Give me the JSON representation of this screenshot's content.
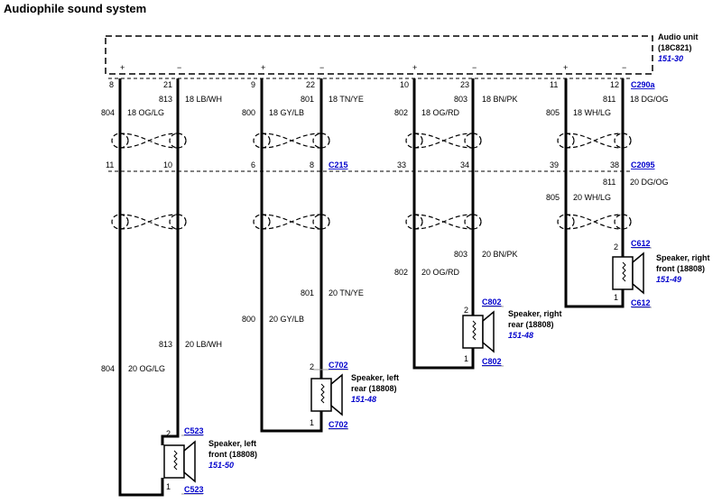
{
  "title": "Audiophile sound system",
  "audio_unit": {
    "line1": "Audio unit",
    "line2": "(18C821)",
    "ref": "151-30",
    "connector": "C290a",
    "pins": [
      "8",
      "21",
      "9",
      "22",
      "10",
      "23",
      "11",
      "12"
    ],
    "polarity": [
      "+",
      "−",
      "+",
      "−",
      "+",
      "−",
      "+",
      "−"
    ]
  },
  "upper_wires": [
    {
      "circuit": "804",
      "spec": "18 OG/LG"
    },
    {
      "circuit": "813",
      "spec": "18 LB/WH"
    },
    {
      "circuit": "800",
      "spec": "18 GY/LB"
    },
    {
      "circuit": "801",
      "spec": "18 TN/YE"
    },
    {
      "circuit": "802",
      "spec": "18 OG/RD"
    },
    {
      "circuit": "803",
      "spec": "18 BN/PK"
    },
    {
      "circuit": "805",
      "spec": "18 WH/LG"
    },
    {
      "circuit": "811",
      "spec": "18 DG/OG"
    }
  ],
  "inline_connectors": {
    "c215": {
      "name": "C215",
      "pins": [
        "11",
        "10",
        "6",
        "8"
      ]
    },
    "c2095": {
      "name": "C2095",
      "pins": [
        "33",
        "34",
        "39",
        "38"
      ]
    }
  },
  "lower_wires": [
    {
      "circuit": "804",
      "spec": "20 OG/LG"
    },
    {
      "circuit": "813",
      "spec": "20 LB/WH"
    },
    {
      "circuit": "800",
      "spec": "20  GY/LB"
    },
    {
      "circuit": "801",
      "spec": "20 TN/YE"
    },
    {
      "circuit": "802",
      "spec": "20 OG/RD"
    },
    {
      "circuit": "803",
      "spec": "20  BN/PK"
    },
    {
      "circuit": "805",
      "spec": "20 WH/LG"
    },
    {
      "circuit": "811",
      "spec": "20 DG/OG"
    }
  ],
  "speakers": [
    {
      "line1": "Speaker, left",
      "line2": "front (18808)",
      "ref": "151-50",
      "connector": "C523",
      "pin_top": "2",
      "pin_bottom": "1"
    },
    {
      "line1": "Speaker, left",
      "line2": "rear (18808)",
      "ref": "151-48",
      "connector": "C702",
      "pin_top": "2",
      "pin_bottom": "1"
    },
    {
      "line1": "Speaker, right",
      "line2": "rear (18808)",
      "ref": "151-48",
      "connector": "C802",
      "pin_top": "2",
      "pin_bottom": "1"
    },
    {
      "line1": "Speaker, right",
      "line2": "front (18808)",
      "ref": "151-49",
      "connector": "C612",
      "pin_top": "2",
      "pin_bottom": "1"
    }
  ]
}
